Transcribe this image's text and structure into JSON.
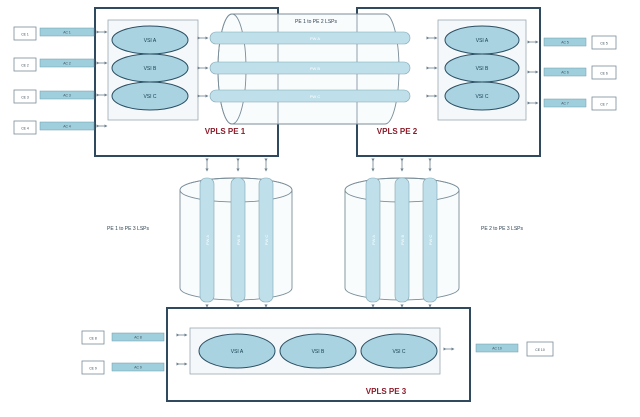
{
  "pe_routers": [
    {
      "id": "pe1",
      "label": "VPLS PE 1",
      "vsis": [
        "VSI A",
        "VSI B",
        "VSI C"
      ]
    },
    {
      "id": "pe2",
      "label": "VPLS PE 2",
      "vsis": [
        "VSI A",
        "VSI B",
        "VSI C"
      ]
    },
    {
      "id": "pe3",
      "label": "VPLS PE 3",
      "vsis": [
        "VSI A",
        "VSI B",
        "VSI C"
      ]
    }
  ],
  "lsp_bundles": [
    {
      "id": "pe1-pe2",
      "label": "PE 1 to PE 2 LSPs",
      "pseudowires": [
        "PW A",
        "PW B",
        "PW C"
      ]
    },
    {
      "id": "pe1-pe3",
      "label": "PE 1 to PE 3 LSPs",
      "pseudowires": [
        "PW A",
        "PW B",
        "PW C"
      ]
    },
    {
      "id": "pe2-pe3",
      "label": "PE 2 to PE 3 LSPs",
      "pseudowires": [
        "PW A",
        "PW B",
        "PW C"
      ]
    }
  ],
  "customer_edges": {
    "pe1": [
      {
        "ce": "CE 1",
        "ac": "AC 1"
      },
      {
        "ce": "CE 2",
        "ac": "AC 2"
      },
      {
        "ce": "CE 3",
        "ac": "AC 3"
      },
      {
        "ce": "CE 4",
        "ac": "AC 4"
      }
    ],
    "pe2": [
      {
        "ce": "CE 5",
        "ac": "AC 5"
      },
      {
        "ce": "CE 6",
        "ac": "AC 6"
      },
      {
        "ce": "CE 7",
        "ac": "AC 7"
      }
    ],
    "pe3_left": [
      {
        "ce": "CE 8",
        "ac": "AC 8"
      },
      {
        "ce": "CE 9",
        "ac": "AC 9"
      }
    ],
    "pe3_right": [
      {
        "ce": "CE 10",
        "ac": "AC 10"
      }
    ]
  },
  "colors": {
    "pe_border": "#2f4a5e",
    "vsi_fill": "#a9d3e0",
    "vsi_stroke": "#2a4e63",
    "pw_fill": "#bfe0ea",
    "cylinder_fill": "#f7fbfc",
    "cylinder_stroke": "#7a8d98",
    "pe_label": "#8a1c2a",
    "ac_fill": "#9fcfdc"
  }
}
